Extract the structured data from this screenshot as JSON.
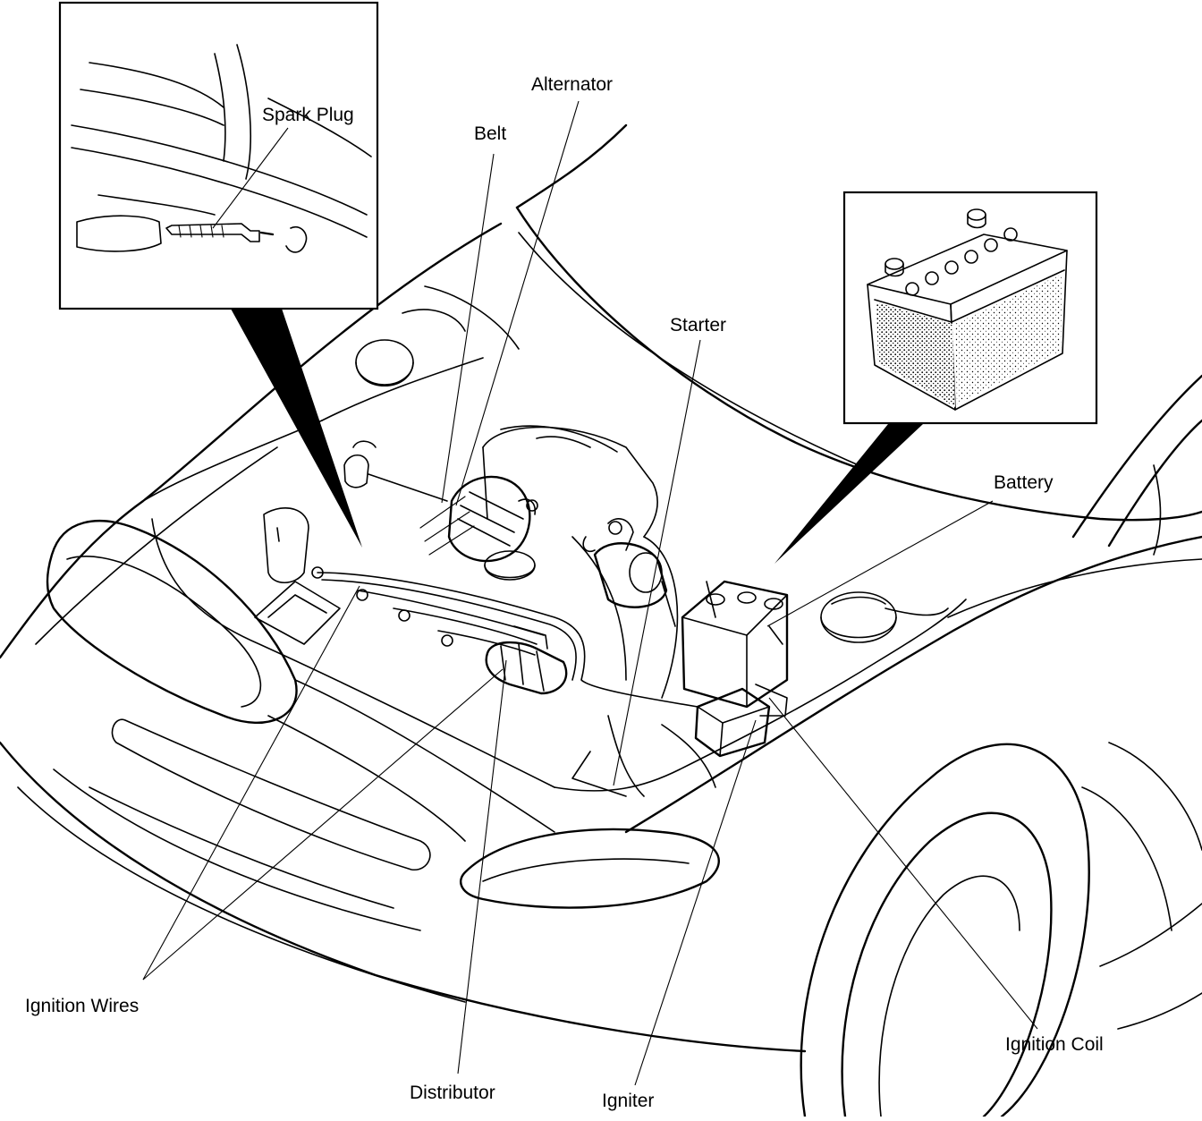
{
  "diagram": {
    "labels": {
      "spark_plug": "Spark Plug",
      "alternator": "Alternator",
      "belt": "Belt",
      "starter": "Starter",
      "battery": "Battery",
      "ignition_wires": "Ignition Wires",
      "distributor": "Distributor",
      "igniter": "Igniter",
      "ignition_coil": "Ignition Coil"
    }
  }
}
